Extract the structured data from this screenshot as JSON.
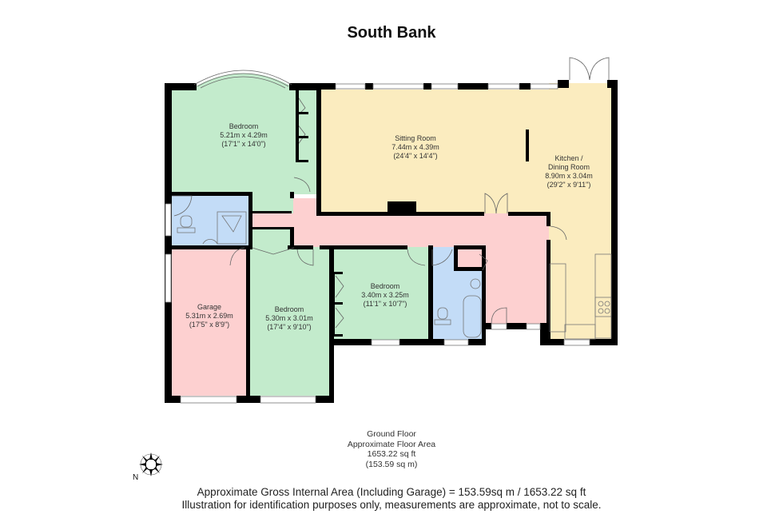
{
  "title": "South Bank",
  "colors": {
    "bedroom": "#c3ebcc",
    "living": "#fbecbf",
    "hall": "#fdd0d0",
    "bathroom": "#c3dcf7",
    "garage": "#fdd0d0",
    "wall": "#000000"
  },
  "rooms": [
    {
      "id": "bedroom-1",
      "name": "Bedroom",
      "metric": "5.21m x 4.29m",
      "imperial": "(17'1\" x 14'0\")"
    },
    {
      "id": "sitting-room",
      "name": "Sitting Room",
      "metric": "7.44m x 4.39m",
      "imperial": "(24'4\" x 14'4\")"
    },
    {
      "id": "kitchen-dining",
      "name_line1": "Kitchen /",
      "name_line2": "Dining Room",
      "metric": "8.90m x 3.04m",
      "imperial": "(29'2\" x 9'11\")"
    },
    {
      "id": "garage",
      "name": "Garage",
      "metric": "5.31m x 2.69m",
      "imperial": "(17'5\" x 8'9\")"
    },
    {
      "id": "bedroom-2",
      "name": "Bedroom",
      "metric": "5.30m x 3.01m",
      "imperial": "(17'4\" x 9'10\")"
    },
    {
      "id": "bedroom-3",
      "name": "Bedroom",
      "metric": "3.40m x 3.25m",
      "imperial": "(11'1\" x 10'7\")"
    }
  ],
  "floor_summary": {
    "floor": "Ground Floor",
    "label": "Approximate Floor Area",
    "sq_ft": "1653.22 sq ft",
    "sq_m": "(153.59 sq m)"
  },
  "compass": {
    "label": "N"
  },
  "footer": {
    "line1": "Approximate Gross Internal Area (Including Garage) = 153.59sq m / 1653.22 sq ft",
    "line2": "Illustration for identification purposes only, measurements are approximate, not to scale."
  }
}
